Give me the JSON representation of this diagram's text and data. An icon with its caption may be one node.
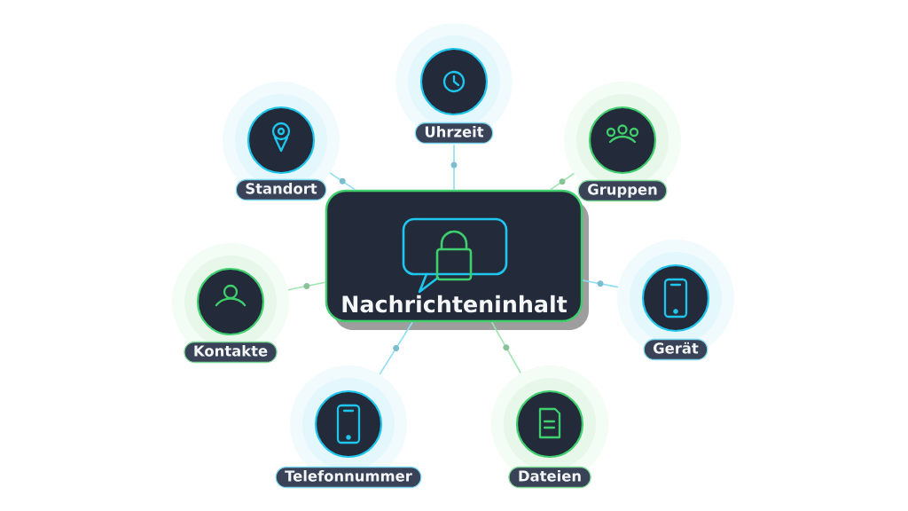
{
  "diagram": {
    "nodes": [
      {
        "text": [
          "Uhrzeit"
        ]
      },
      {
        "text": [
          "Standort"
        ]
      },
      {
        "text": [
          "Gruppen"
        ]
      },
      {
        "text": [
          "Nachrichteninhalt"
        ]
      },
      {
        "text": [
          "Kontakte"
        ]
      },
      {
        "text": [
          "Gerät"
        ]
      },
      {
        "text": [
          "Telefonnummer"
        ]
      },
      {
        "text": [
          "Dateien"
        ]
      }
    ],
    "edges": [
      {
        "from": 3,
        "to": 0,
        "arrow": "none"
      },
      {
        "from": 3,
        "to": 1,
        "arrow": "none"
      },
      {
        "from": 3,
        "to": 2,
        "arrow": "none",
        "color": "#9fe5b2"
      },
      {
        "from": 3,
        "to": 4,
        "arrow": "none",
        "color": "#9fe5b2"
      },
      {
        "from": 3,
        "to": 5,
        "arrow": "none"
      },
      {
        "from": 3,
        "to": 6,
        "arrow": "none"
      },
      {
        "from": 3,
        "to": 7,
        "arrow": "none",
        "color": "#9fe5b2"
      }
    ]
  }
}
